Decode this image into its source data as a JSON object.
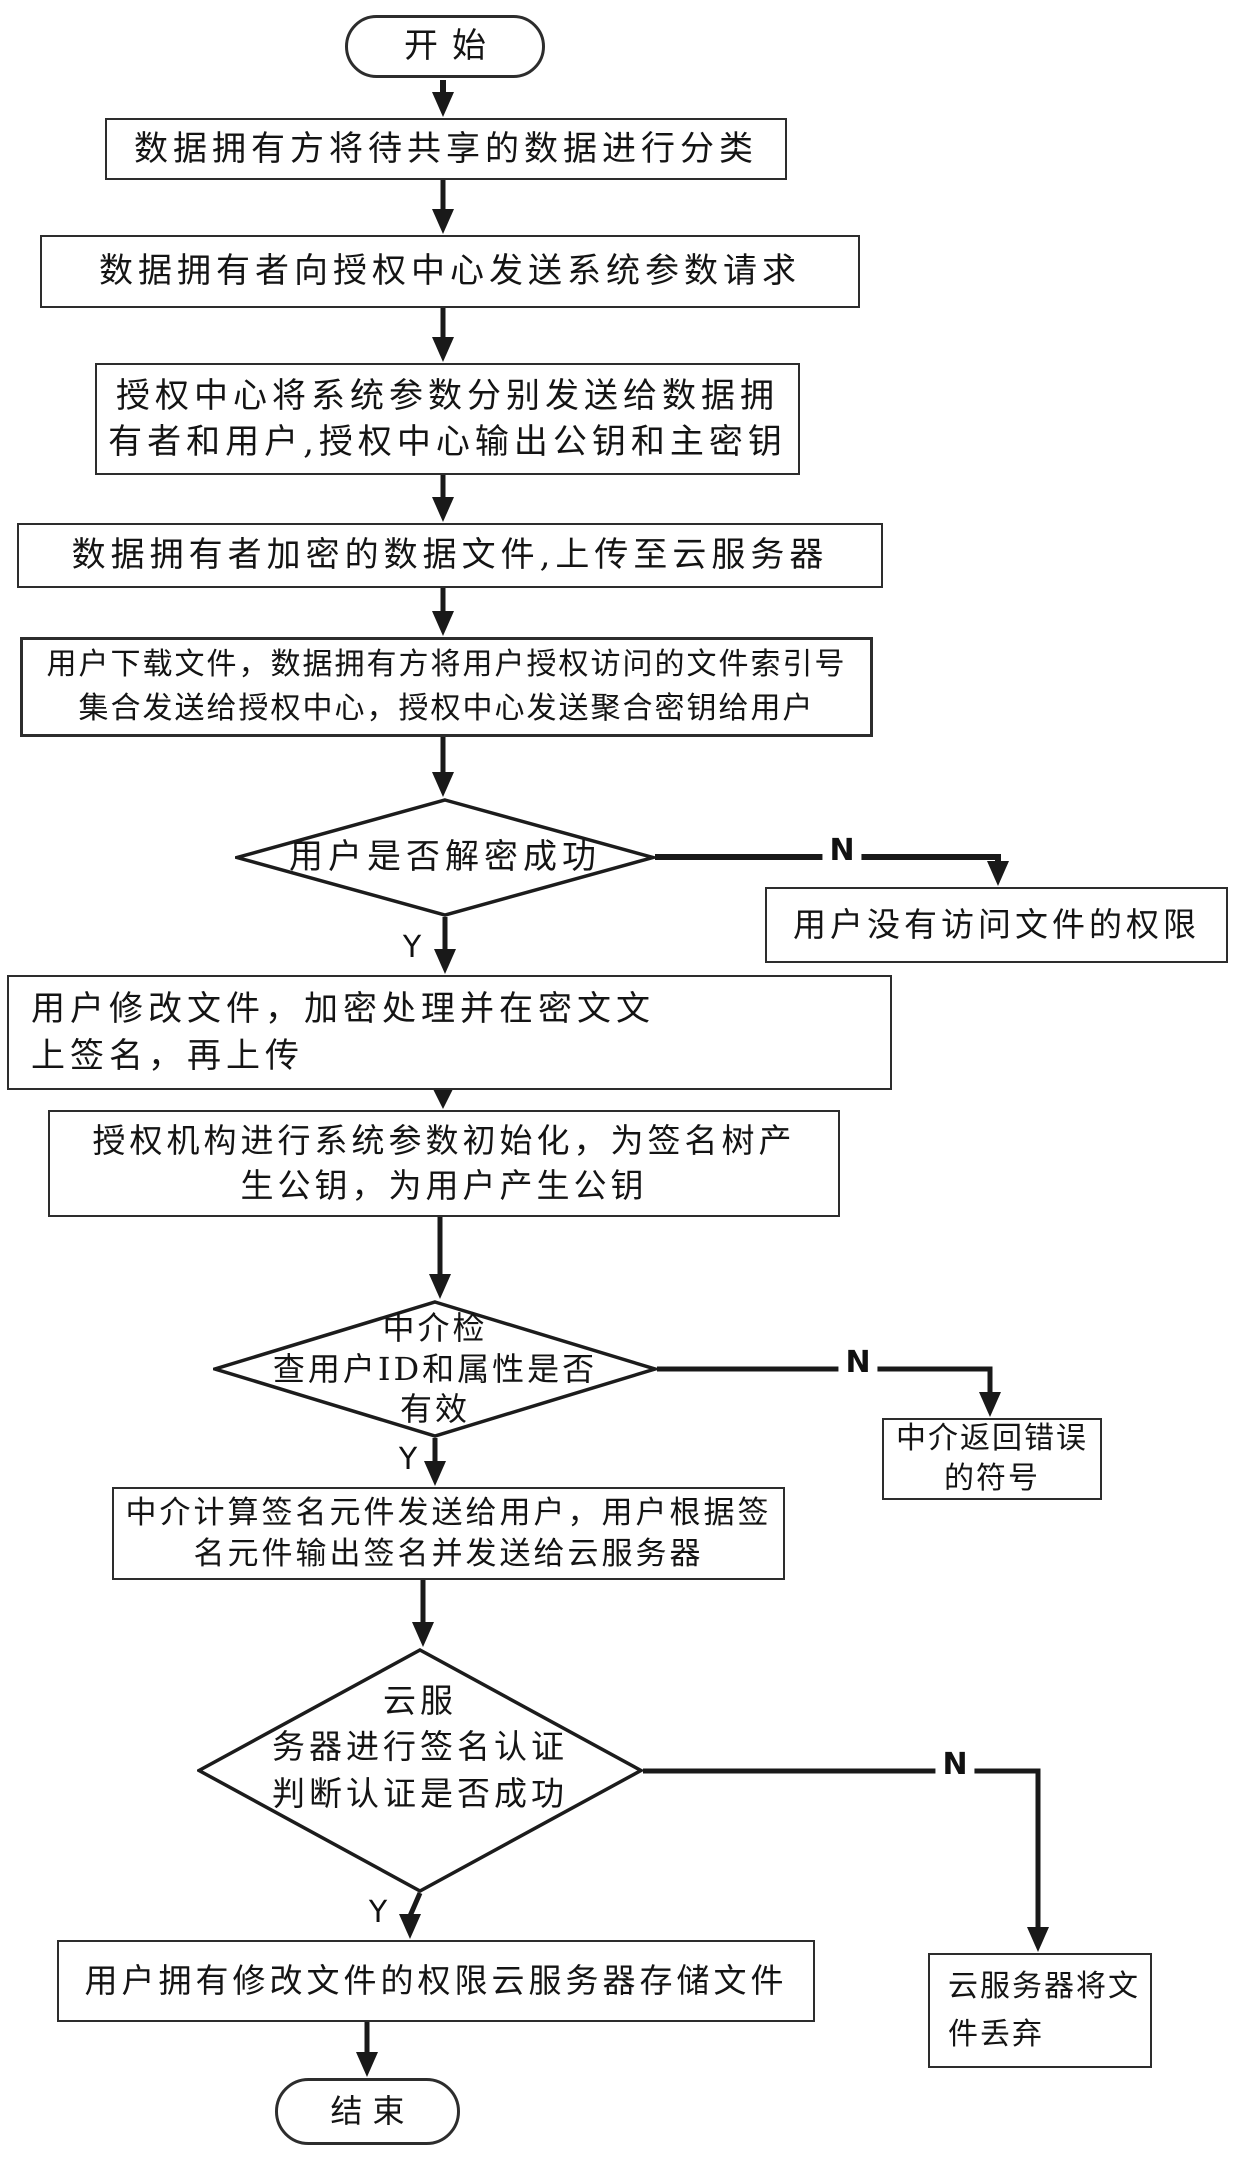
{
  "flow": {
    "terminators": {
      "start": "开始",
      "end": "结束"
    },
    "branch": {
      "yes": "Y",
      "no": "N"
    },
    "nodes": {
      "classify": {
        "text": "数据拥有方将待共享的数据进行分类"
      },
      "request_params": {
        "text": "数据拥有者向授权中心发送系统参数请求"
      },
      "send_params": {
        "text": "授权中心将系统参数分别发送给数据拥\n有者和用户,授权中心输出公钥和主密钥"
      },
      "upload_file": {
        "text": "数据拥有者加密的数据文件,上传至云服务器"
      },
      "aggregate_key": {
        "text": "用户下载文件，数据拥有方将用户授权访问的文件索引号\n集合发送给授权中心，授权中心发送聚合密钥给用户"
      },
      "decrypt_check": {
        "text": "用户是否解密成功"
      },
      "no_permission": {
        "text": "用户没有访问文件的权限"
      },
      "modify_upload": {
        "text": "用户修改文件，加密处理并在密文文\n上签名，再上传"
      },
      "init_sign": {
        "text": "授权机构进行系统参数初始化，为签名树产\n生公钥，为用户产生公钥"
      },
      "id_check": {
        "text": "中介检\n查用户ID和属性是否\n有效"
      },
      "error_symbol": {
        "text": "中介返回错误\n的符号"
      },
      "sign_element": {
        "text": "中介计算签名元件发送给用户，用户根据签\n名元件输出签名并发送给云服务器"
      },
      "verify_check": {
        "text": "云服\n务器进行签名认证\n判断认证是否成功"
      },
      "discard_file": {
        "text": "云服务器将文\n件丢弃"
      },
      "store_file": {
        "text": "用户拥有修改文件的权限云服务器存储文件"
      }
    },
    "colors": {
      "ink": "#141414",
      "background": "#ffffff"
    }
  }
}
